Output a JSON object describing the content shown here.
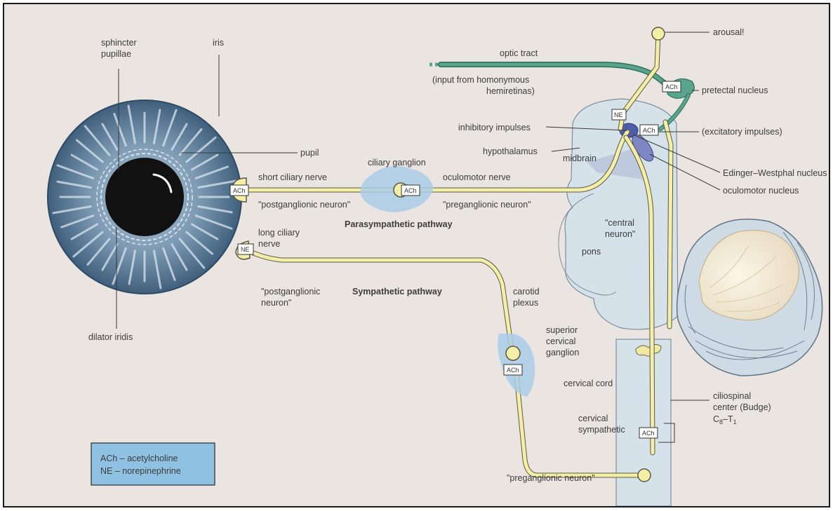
{
  "labels": {
    "sphincter_pupillae": [
      "sphincter",
      "pupillae"
    ],
    "iris": "iris",
    "pupil": "pupil",
    "dilator_iridis": "dilator iridis",
    "arousal": "arousal!",
    "optic_tract": "optic tract",
    "input_homonymous": [
      "(input from homonymous",
      "hemiretinas)"
    ],
    "pretectal_nucleus": "pretectal nucleus",
    "inhibitory_impulses": "inhibitory impulses",
    "excitatory_impulses": "(excitatory impulses)",
    "hypothalamus": "hypothalamus",
    "midbrain": "midbrain",
    "edinger_westphal": "Edinger–Westphal nucleus",
    "oculomotor_nucleus": "oculomotor nucleus",
    "ciliary_ganglion": "ciliary ganglion",
    "short_ciliary_nerve": "short ciliary nerve",
    "oculomotor_nerve": "oculomotor nerve",
    "postganglionic_neuron_para": "\"postganglionic neuron\"",
    "preganglionic_neuron_para": "\"preganglionic neuron\"",
    "parasympathetic_pathway": "Parasympathetic pathway",
    "long_ciliary_nerve": [
      "long ciliary",
      "nerve"
    ],
    "postganglionic_neuron_symp": [
      "\"postganglionic",
      "neuron\""
    ],
    "sympathetic_pathway": "Sympathetic pathway",
    "carotid_plexus": [
      "carotid",
      "plexus"
    ],
    "central_neuron": [
      "\"central",
      "neuron\""
    ],
    "pons": "pons",
    "superior_cervical_ganglion": [
      "superior",
      "cervical",
      "ganglion"
    ],
    "cervical_cord": "cervical cord",
    "ciliospinal_center": [
      "ciliospinal",
      "center (Budge)"
    ],
    "ciliospinal_levels": {
      "c": "C",
      "c_sub": "8",
      "dash": "–T",
      "t_sub": "1"
    },
    "cervical_sympathetic": [
      "cervical",
      "sympathetic"
    ],
    "preganglionic_neuron_symp": "\"preganglionic neuron\""
  },
  "synapse_tags": {
    "ach": "ACh",
    "ne": "NE"
  },
  "legend": {
    "ach": "ACh  – acetylcholine",
    "ne": "NE  – norepinephrine"
  },
  "colors": {
    "background": "#ebe5e1",
    "iris": "#5d7f9c",
    "pupil": "#111111",
    "nerve_fill": "#f4efa6",
    "brainstem": "#d6e2ea",
    "nucleus_blue": "#7f86c4",
    "pretectal_green": "#5aa38c",
    "legend_fill": "#8fc1e3"
  }
}
